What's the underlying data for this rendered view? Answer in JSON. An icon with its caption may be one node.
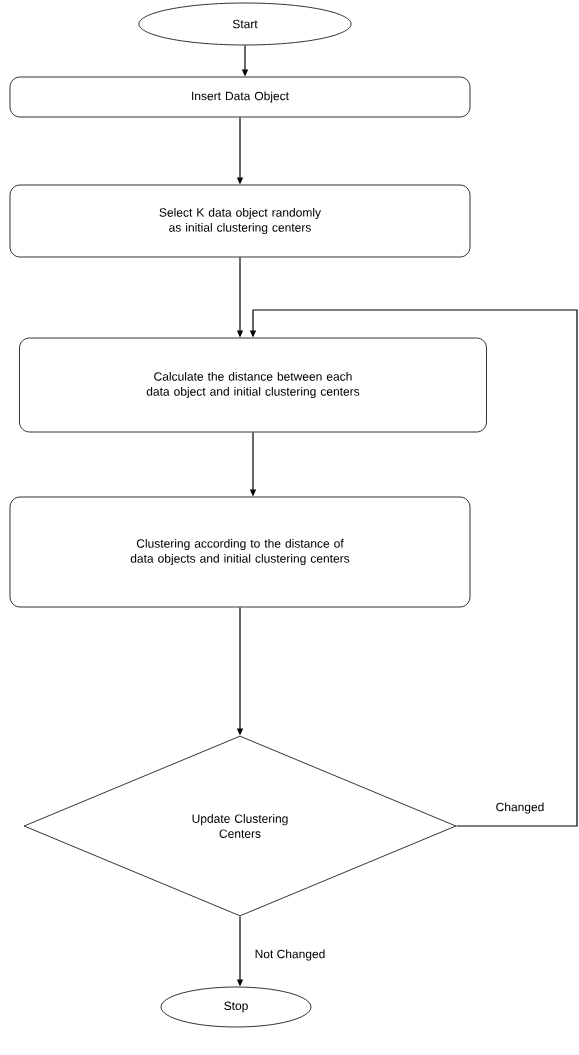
{
  "diagram": {
    "nodes": [
      {
        "text": [
          "Start"
        ]
      },
      {
        "text": [
          "Insert Data Object"
        ]
      },
      {
        "text": [
          "Select K data object randomly as initial clustering centers"
        ]
      },
      {
        "text": [
          "Calculate the distance between each data object and initial clustering centers"
        ]
      },
      {
        "text": [
          "Clustering according to the distance of data objects and initial clustering centers"
        ]
      },
      {
        "text": [
          "Update Clustering Centers"
        ]
      },
      {
        "text": [
          "Stop"
        ]
      }
    ],
    "edges": [
      {
        "from": 0,
        "to": 1,
        "arrow": "to"
      },
      {
        "from": 1,
        "to": 2,
        "arrow": "to"
      },
      {
        "from": 2,
        "to": 3,
        "arrow": "to"
      },
      {
        "from": 3,
        "to": 4,
        "arrow": "to"
      },
      {
        "from": 4,
        "to": 5,
        "arrow": "to"
      },
      {
        "from": 5,
        "to": 6,
        "arrow": "to",
        "label": "Not Changed"
      },
      {
        "from": 5,
        "to": 3,
        "arrow": "to",
        "label": "Changed"
      }
    ]
  }
}
